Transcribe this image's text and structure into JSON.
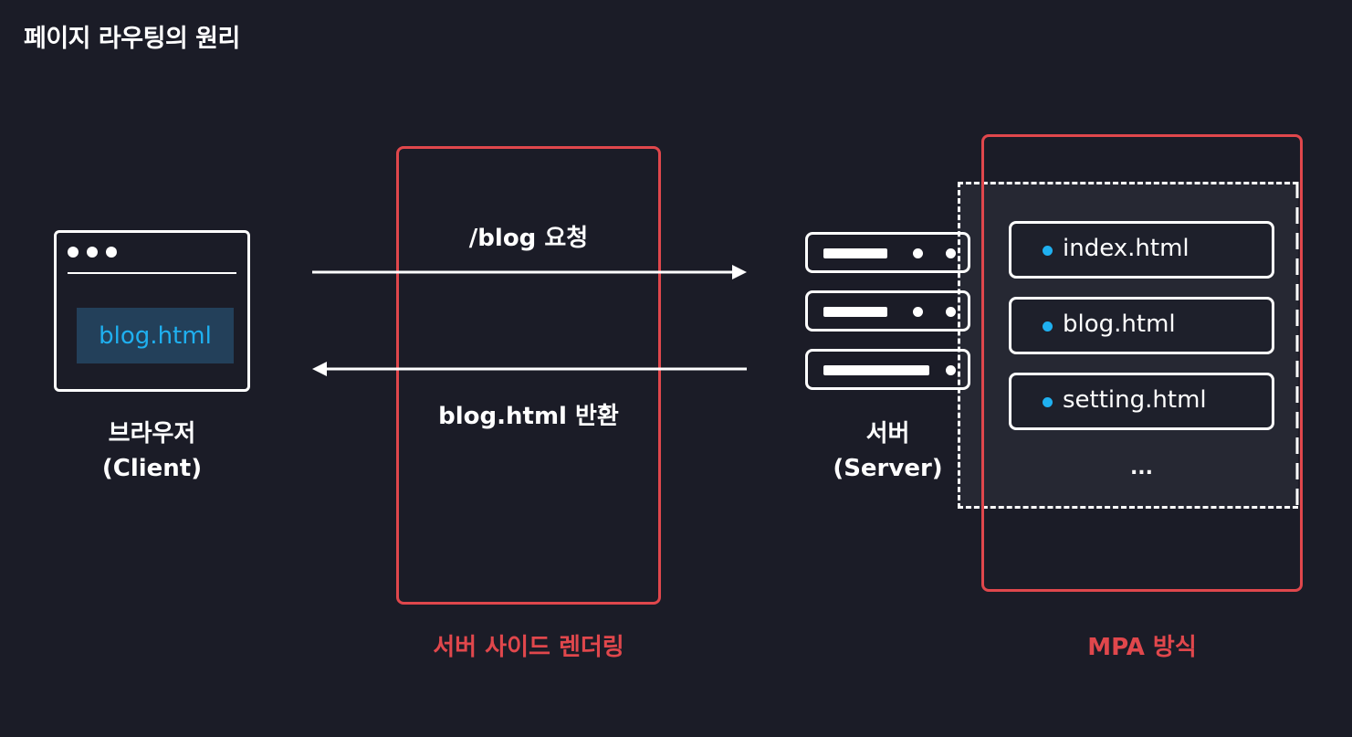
{
  "title": "페이지 라우팅의 원리",
  "client": {
    "document_label": "blog.html",
    "name_line1": "브라우저",
    "name_line2": "(Client)"
  },
  "exchange": {
    "request_label": "/blog 요청",
    "response_label": "blog.html 반환",
    "frame_caption": "서버 사이드 렌더링"
  },
  "server": {
    "name_line1": "서버",
    "name_line2": "(Server)"
  },
  "files": {
    "items": [
      "index.html",
      "blog.html",
      "setting.html"
    ],
    "more": "...",
    "frame_caption": "MPA 방식"
  },
  "colors": {
    "background": "#1b1c27",
    "accent_red": "#e0474c",
    "accent_blue": "#1fb0f0",
    "foreground": "#ffffff"
  }
}
